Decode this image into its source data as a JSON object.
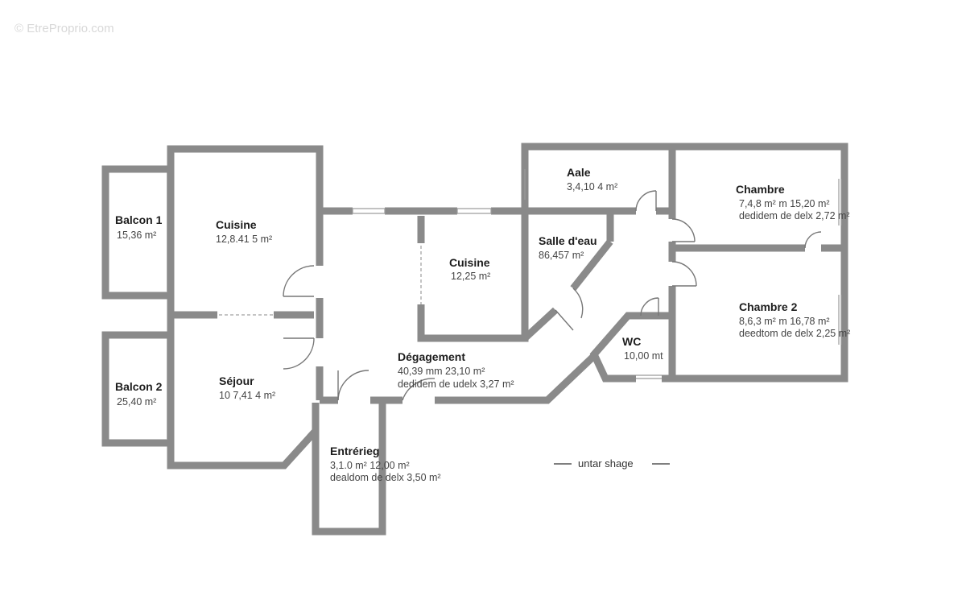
{
  "watermark": "© EtreProprio.com",
  "legend": "untar shage",
  "rooms": {
    "balcon1": {
      "name": "Balcon 1",
      "line1": "15,36 m²"
    },
    "cuisine1": {
      "name": "Cuisine",
      "line1": "12,8.41 5 m²"
    },
    "balcon2": {
      "name": "Balcon 2",
      "line1": "25,40 m²"
    },
    "sejour": {
      "name": "Séjour",
      "line1": "10 7,41 4 m²"
    },
    "cuisine2": {
      "name": "Cuisine",
      "line1": "12,25 m²"
    },
    "aale": {
      "name": "Aale",
      "line1": "3,4,10 4 m²"
    },
    "salle": {
      "name": "Salle d'eau",
      "line1": "86,457 m²"
    },
    "chambre": {
      "name": "Chambre",
      "line1": "7,4,8 m² m 15,20 m²",
      "line2": "dedidem de delx 2,72 m²"
    },
    "chambre2": {
      "name": "Chambre 2",
      "line1": "8,6,3 m² m 16,78 m²",
      "line2": "deedtom de delx 2,25 m²"
    },
    "wc": {
      "name": "WC",
      "line1": "10,00 mt"
    },
    "degagement": {
      "name": "Dégagement",
      "line1": "40,39 mm 23,10 m²",
      "line2": "dedidem de udelx 3,27 m²"
    },
    "entree": {
      "name": "Entrérieg",
      "line1": "3,1.0 m² 12,00 m²",
      "line2": "dealdom de delx 3,50 m²"
    }
  }
}
